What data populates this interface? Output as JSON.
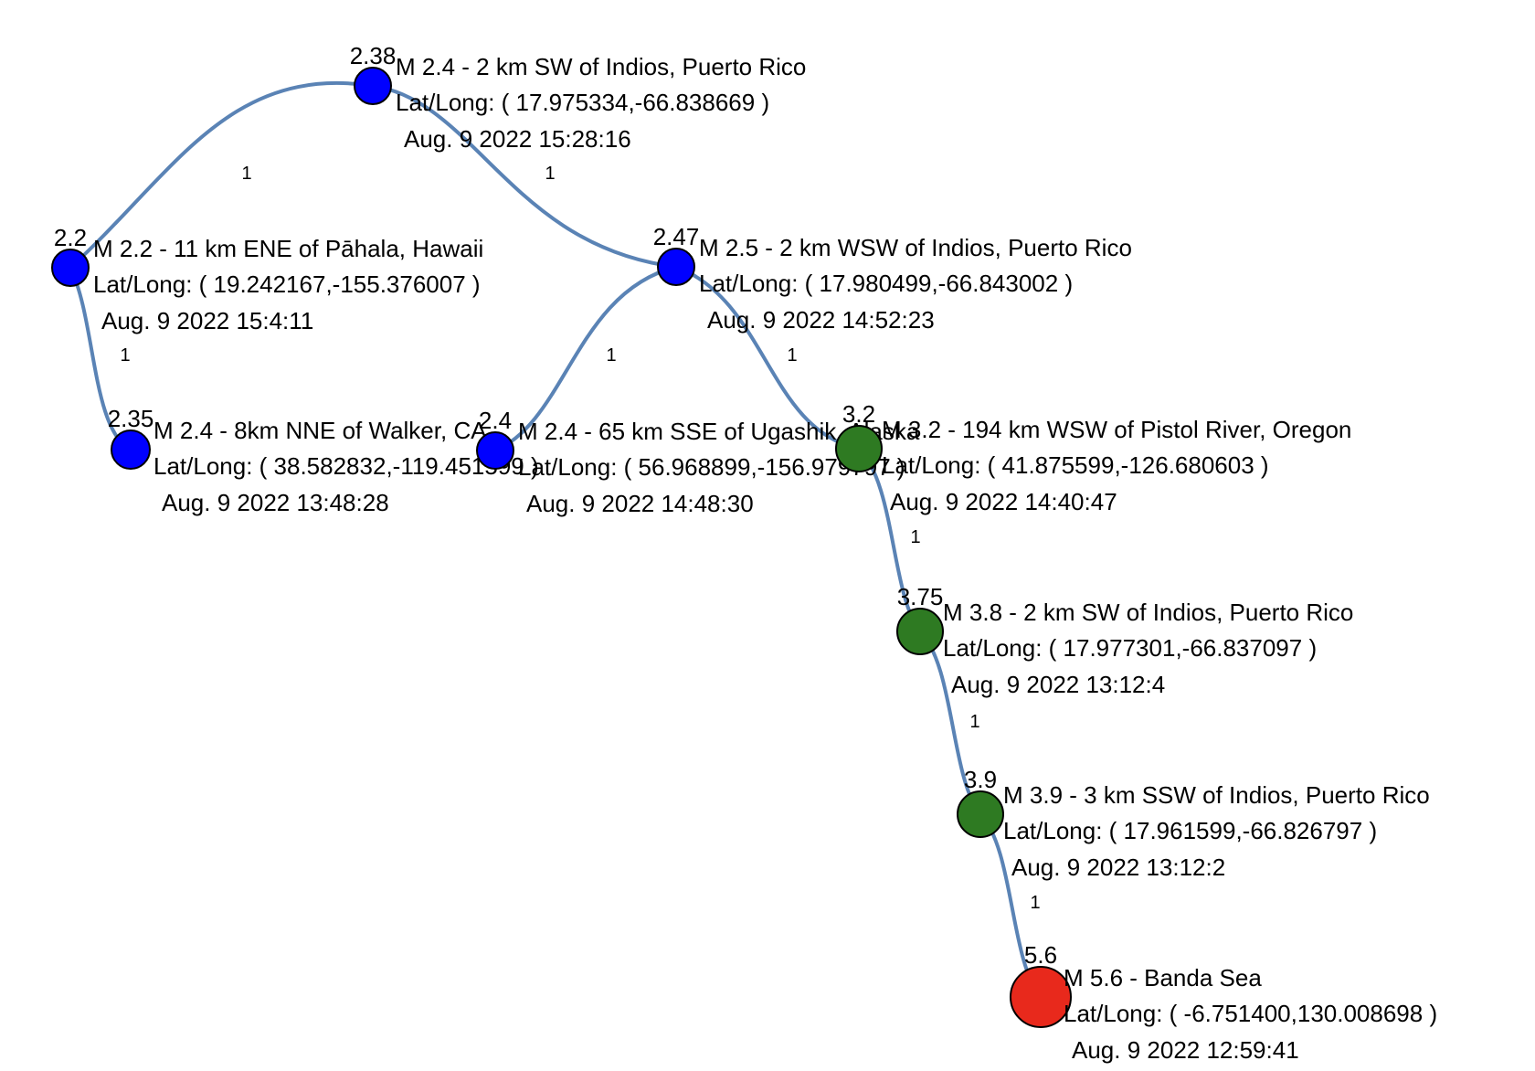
{
  "colors": {
    "edge": "#5a83b5",
    "magnitude_low": "#0000ff",
    "magnitude_mid": "#2e7a22",
    "magnitude_high": "#e8291c"
  },
  "nodes": [
    {
      "id": "n238",
      "value": "2.38",
      "title": "M 2.4 - 2 km SW of Indios, Puerto Rico",
      "latlong": "Lat/Long: ( 17.975334,-66.838669 )",
      "time": "Aug. 9 2022 15:28:16",
      "color": "#0000ff"
    },
    {
      "id": "n22",
      "value": "2.2",
      "title": "M 2.2 - 11 km ENE of Pāhala, Hawaii",
      "latlong": "Lat/Long: ( 19.242167,-155.376007 )",
      "time": "Aug. 9 2022 15:4:11",
      "color": "#0000ff"
    },
    {
      "id": "n247",
      "value": "2.47",
      "title": "M 2.5 - 2 km WSW of Indios, Puerto Rico",
      "latlong": "Lat/Long: ( 17.980499,-66.843002 )",
      "time": "Aug. 9 2022 14:52:23",
      "color": "#0000ff"
    },
    {
      "id": "n235",
      "value": "2.35",
      "title": "M 2.4 - 8km NNE of Walker, CA",
      "latlong": "Lat/Long: ( 38.582832,-119.451599 )",
      "time": "Aug. 9 2022 13:48:28",
      "color": "#0000ff"
    },
    {
      "id": "n24",
      "value": "2.4",
      "title": "M 2.4 - 65 km SSE of Ugashik, Alaska",
      "latlong": "Lat/Long: ( 56.968899,-156.979797 )",
      "time": "Aug. 9 2022 14:48:30",
      "color": "#0000ff"
    },
    {
      "id": "n32",
      "value": "3.2",
      "title": "M 3.2 - 194 km WSW of Pistol River, Oregon",
      "latlong": "Lat/Long: ( 41.875599,-126.680603 )",
      "time": "Aug. 9 2022 14:40:47",
      "color": "#2e7a22"
    },
    {
      "id": "n375",
      "value": "3.75",
      "title": "M 3.8 - 2 km SW of Indios, Puerto Rico",
      "latlong": "Lat/Long: ( 17.977301,-66.837097 )",
      "time": "Aug. 9 2022 13:12:4",
      "color": "#2e7a22"
    },
    {
      "id": "n39",
      "value": "3.9",
      "title": "M 3.9 - 3 km SSW of Indios, Puerto Rico",
      "latlong": "Lat/Long: ( 17.961599,-66.826797 )",
      "time": "Aug. 9 2022 13:12:2",
      "color": "#2e7a22"
    },
    {
      "id": "n56",
      "value": "5.6",
      "title": "M 5.6 - Banda Sea",
      "latlong": "Lat/Long: ( -6.751400,130.008698 )",
      "time": "Aug. 9 2022 12:59:41",
      "color": "#e8291c"
    }
  ],
  "edges": [
    {
      "from": "n22",
      "to": "n238",
      "weight": "1"
    },
    {
      "from": "n238",
      "to": "n247",
      "weight": "1"
    },
    {
      "from": "n22",
      "to": "n235",
      "weight": "1"
    },
    {
      "from": "n24",
      "to": "n247",
      "weight": "1"
    },
    {
      "from": "n247",
      "to": "n32",
      "weight": "1"
    },
    {
      "from": "n32",
      "to": "n375",
      "weight": "1"
    },
    {
      "from": "n375",
      "to": "n39",
      "weight": "1"
    },
    {
      "from": "n39",
      "to": "n56",
      "weight": "1"
    }
  ]
}
